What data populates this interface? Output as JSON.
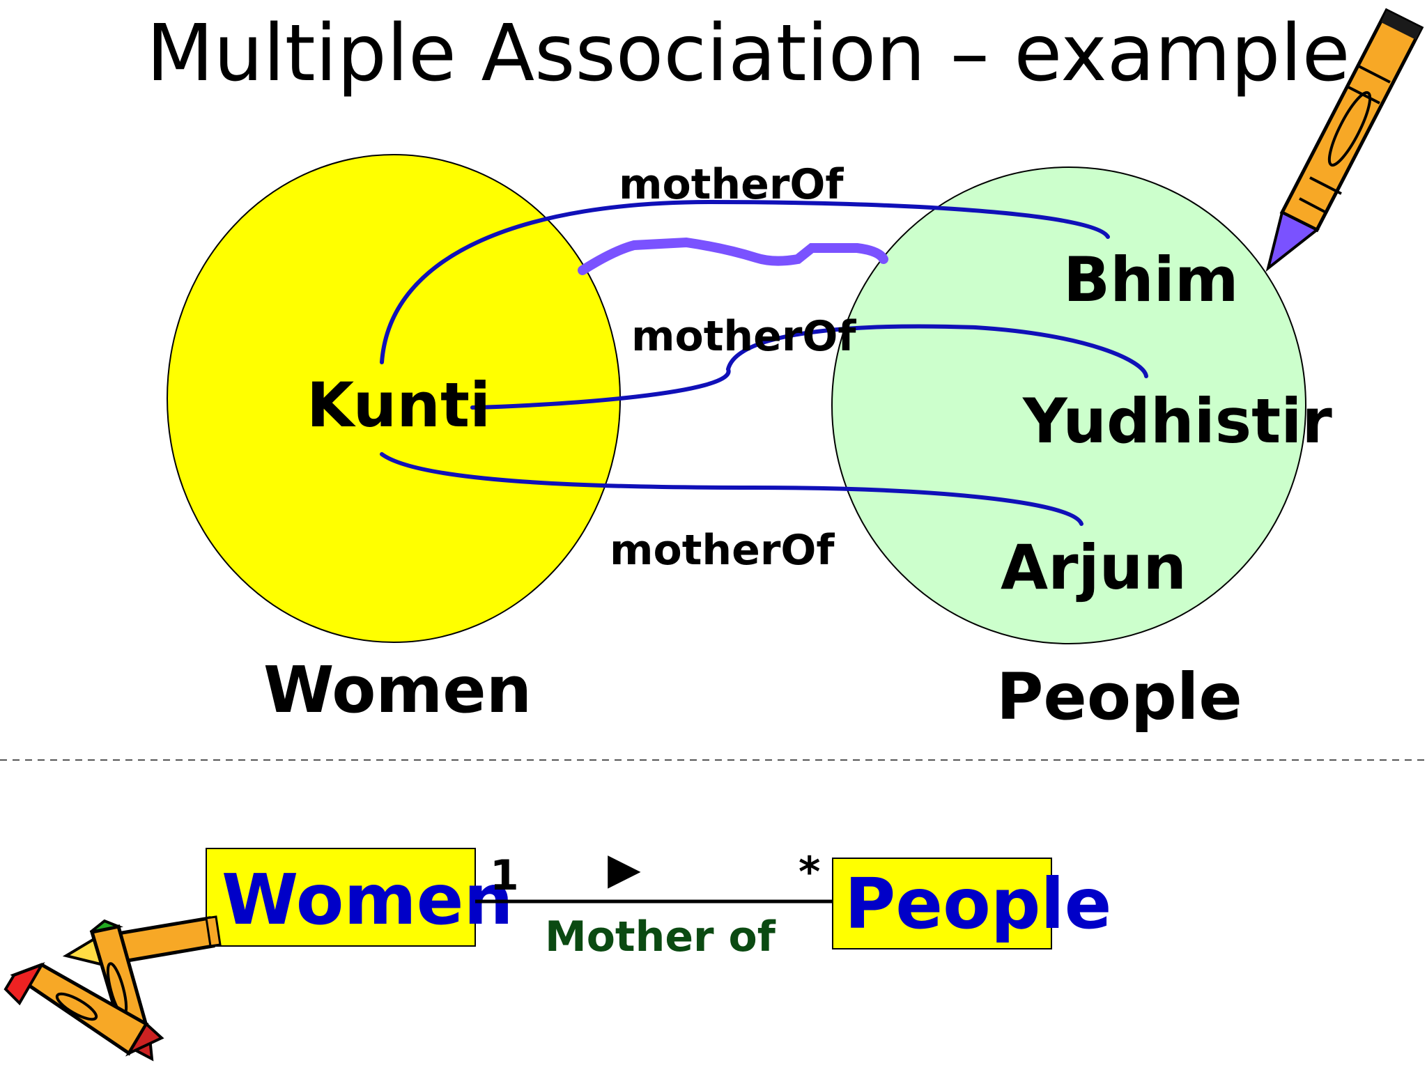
{
  "title": "Multiple Association – example",
  "colors": {
    "women_set_fill": "#ffff00",
    "people_set_fill": "#ccffcc",
    "link_line": "#1010b8",
    "highlight_stroke": "#7a52ff",
    "class_box_fill": "#ffff00",
    "class_text": "#0000c8",
    "association_text": "#0b4a12"
  },
  "sets": {
    "women": {
      "label": "Women",
      "members": [
        "Kunti"
      ]
    },
    "people": {
      "label": "People",
      "members": [
        "Bhim",
        "Yudhistir",
        "Arjun"
      ]
    }
  },
  "links": [
    {
      "label": "motherOf",
      "from": "Kunti",
      "to": "Bhim"
    },
    {
      "label": "motherOf",
      "from": "Kunti",
      "to": "Yudhistir"
    },
    {
      "label": "motherOf",
      "from": "Kunti",
      "to": "Arjun"
    }
  ],
  "uml": {
    "left_class": "Women",
    "right_class": "People",
    "left_multiplicity": "1",
    "right_multiplicity": "*",
    "direction_glyph": "▶",
    "association_name": "Mother of"
  },
  "icons": [
    "pencil-icon",
    "crayons-icon"
  ]
}
